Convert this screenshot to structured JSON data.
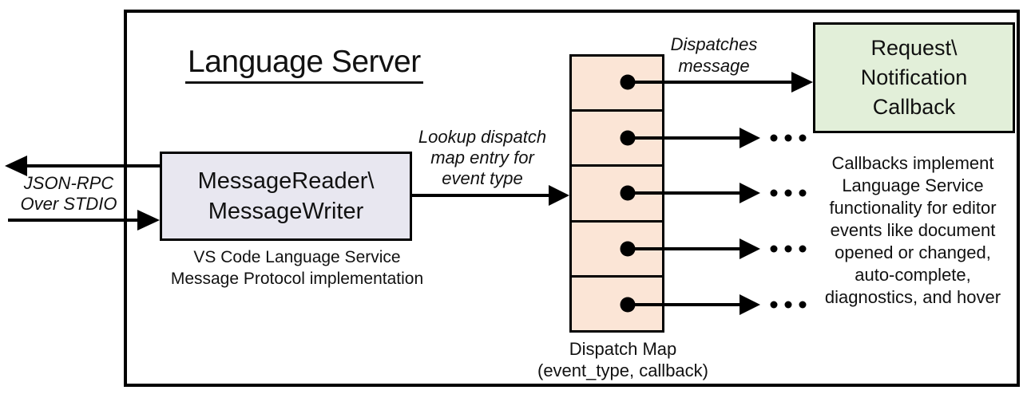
{
  "diagram": {
    "title": "Language Server",
    "io_channel": {
      "label_lines": [
        "JSON-RPC",
        "Over STDIO"
      ]
    },
    "message_io_box": {
      "label_lines": [
        "MessageReader\\",
        "MessageWriter"
      ],
      "caption_lines": [
        "VS Code Language Service",
        "Message Protocol implementation"
      ],
      "fill_color": "#e8e7f0"
    },
    "lookup_annotation": {
      "label_lines": [
        "Lookup dispatch",
        "map entry for",
        "event type"
      ]
    },
    "dispatch_map": {
      "caption_lines": [
        "Dispatch Map",
        "(event_type, callback)"
      ],
      "cell_count": 5,
      "fill_color": "#fbe5d6"
    },
    "dispatch_annotation": {
      "label_lines": [
        "Dispatches",
        "message"
      ]
    },
    "callback_box": {
      "label_lines": [
        "Request\\",
        "Notification",
        "Callback"
      ],
      "fill_color": "#e2efd9"
    },
    "callbacks_note_lines": [
      "Callbacks implement",
      "Language Service",
      "functionality for editor",
      "events like document",
      "opened or changed,",
      "auto-complete,",
      "diagnostics, and hover"
    ],
    "ellipsis_icon_glyph": "…",
    "colors": {
      "border": "#000000",
      "background": "#ffffff"
    }
  }
}
